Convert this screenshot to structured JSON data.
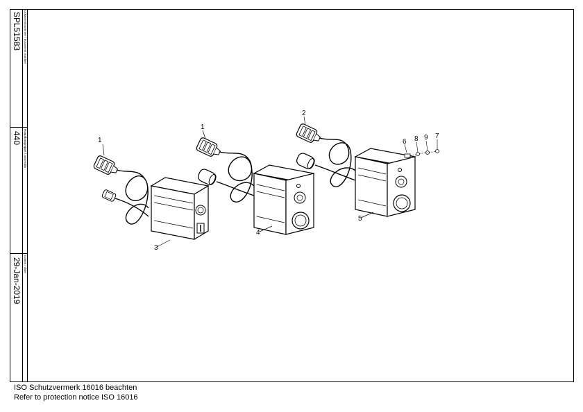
{
  "title_block": {
    "document_number_label": "Dokumentnummer / document number",
    "document_number": "SPL51583",
    "assembly_label": "Hauptbaugruppe / assembly",
    "assembly": "440",
    "date_label": "Datum / date",
    "date": "29-Jan-2019"
  },
  "callouts": {
    "c1a": "1",
    "c1b": "1",
    "c2": "2",
    "c3": "3",
    "c4": "4",
    "c5": "5",
    "c6": "6",
    "c7": "7",
    "c8": "8",
    "c9": "9"
  },
  "notice": {
    "line1": "ISO Schutzvermerk 16016 beachten",
    "line2": "Refer to protection notice ISO 16016"
  }
}
